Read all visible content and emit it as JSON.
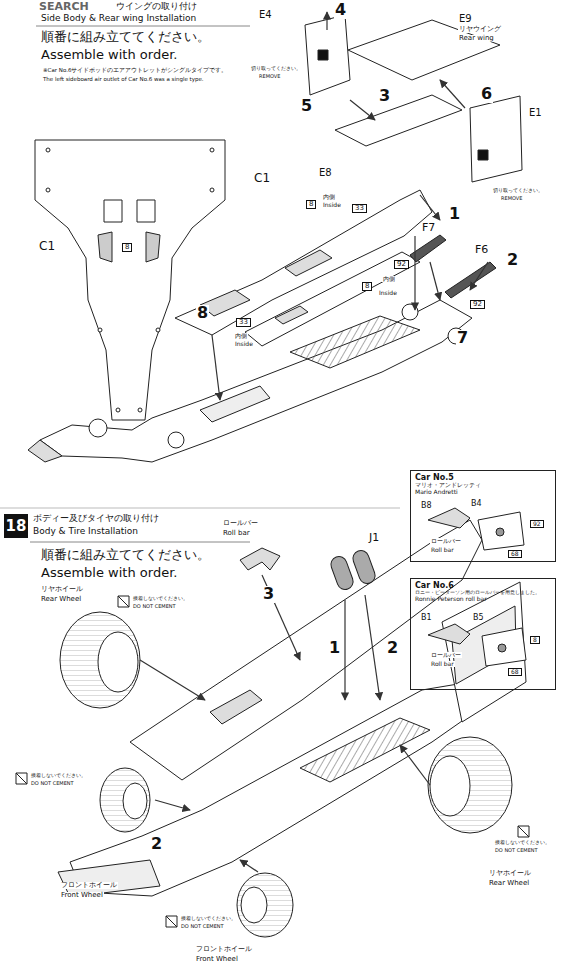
{
  "diagram": {
    "nodes": [
      {
        "text": [
          "18"
        ]
      },
      {
        "text": [
          "Car No.5",
          "マリオ・アンドレッティ",
          "Mario Andretti"
        ]
      },
      {
        "text": [
          "Car No.6",
          "ロニー・ピーターソン用のロールバーを用意しました。",
          "Ronnie Peterson roll bar"
        ]
      }
    ],
    "labels": [
      "SEARCH",
      "ウイングの取り付け",
      "Side Body & Rear wing Installation",
      "順番に組み立ててください。",
      "Assemble with order.",
      "※Car No.6サイドポッドのエアアウトレットがシングルタイプです。",
      "The left sideboard air outlet of Car No.6 was a single type.",
      "E4",
      "4",
      "5",
      "切り取ってください。",
      "REMOVE",
      "E9",
      "リヤウイング",
      "Rear wing",
      "3",
      "E8",
      "6",
      "E1",
      "切り取ってください。",
      "REMOVE",
      "C1",
      "8",
      "C1",
      "8",
      "内側",
      "Inside",
      "33",
      "1",
      "F7",
      "92",
      "8",
      "内側",
      "Inside",
      "F6",
      "2",
      "92",
      "8",
      "33",
      "内側",
      "Inside",
      "7",
      "ボディー及びタイヤの取り付け",
      "Body & Tire Installation",
      "順番に組み立ててください。",
      "Assemble with order.",
      "ロールバー",
      "Roll bar",
      "J1",
      "3",
      "1",
      "2",
      "リヤホイール",
      "Rear Wheel",
      "接着しないでください。",
      "DO NOT CEMENT",
      "2",
      "接着しないでください。",
      "DO NOT CEMENT",
      "フロントホイール",
      "Front Wheel",
      "接着しないでください。",
      "DO NOT CEMENT",
      "リヤホイール",
      "Rear Wheel",
      "接着しないでください。",
      "DO NOT CEMENT",
      "フロントホイール",
      "Front Wheel",
      "B8",
      "B4",
      "ロールバー",
      "Roll bar",
      "92",
      "68",
      "B1",
      "B5",
      "ロールバー",
      "Roll bar",
      "8",
      "68"
    ]
  }
}
